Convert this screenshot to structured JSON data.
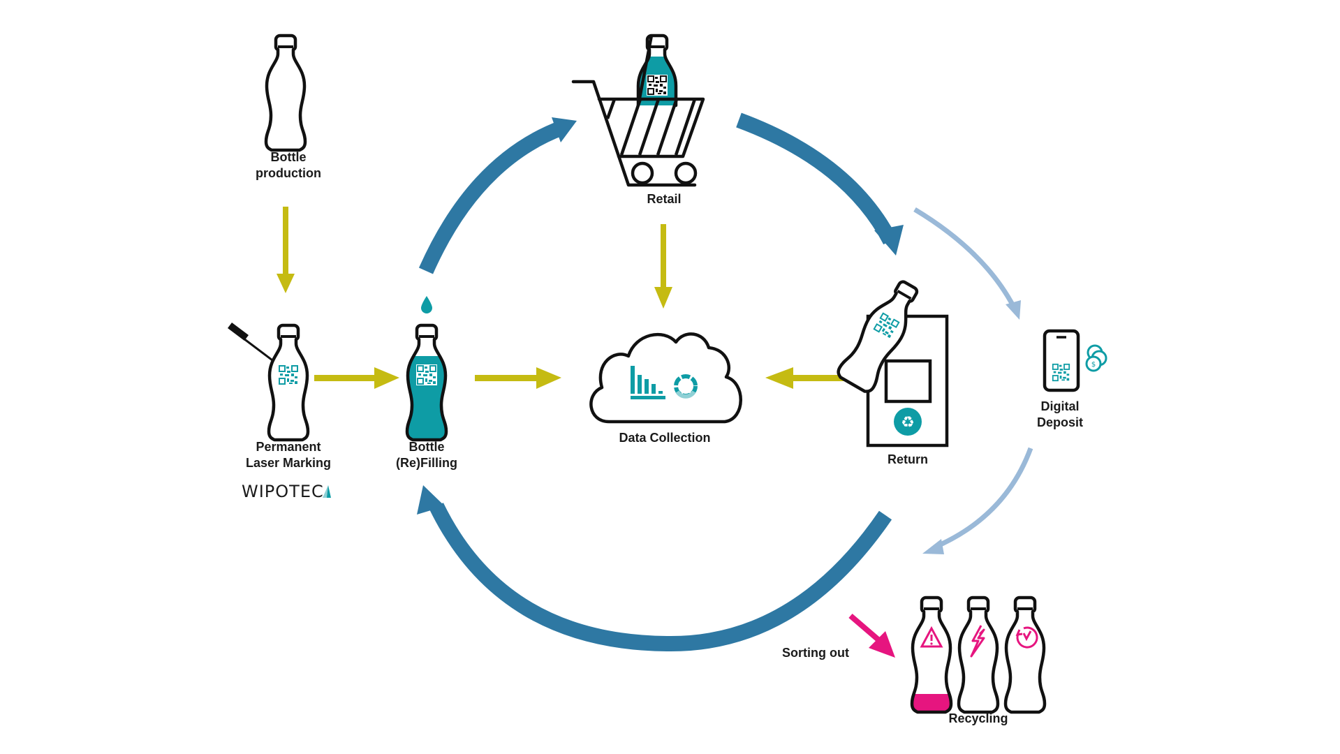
{
  "title": "Reusable bottle deposit cycle",
  "colors": {
    "cycle_arrow": "#2e78a3",
    "flow_arrow": "#c5bb12",
    "digital_arrow": "#9ab9d8",
    "sorting_arrow": "#e6157f",
    "teal": "#0e9ca5",
    "teal_light": "#8fd0d5",
    "outline": "#111111"
  },
  "stages": {
    "production": {
      "line1": "Bottle",
      "line2": "production",
      "icon": "empty-bottle-icon"
    },
    "marking": {
      "line1": "Permanent",
      "line2": "Laser Marking",
      "icon": "laser-marking-bottle-icon",
      "brand": "WIPOTEC"
    },
    "filling": {
      "line1": "Bottle",
      "line2": "(Re)Filling",
      "icon": "filled-bottle-icon"
    },
    "retail": {
      "line1": "Retail",
      "icon": "shopping-cart-icon"
    },
    "data": {
      "line1": "Data Collection",
      "icon": "cloud-analytics-icon"
    },
    "return": {
      "line1": "Return",
      "icon": "return-machine-icon"
    },
    "deposit": {
      "line1": "Digital",
      "line2": "Deposit",
      "icon": "phone-coins-icon"
    },
    "sorting": {
      "line1": "Sorting out",
      "icon": "sorting-arrow-icon"
    },
    "recycling": {
      "line1": "Recycling",
      "icon": "damaged-bottles-icon"
    }
  },
  "recycling_reasons": [
    "warning-icon",
    "damage-icon",
    "age-clock-icon"
  ]
}
